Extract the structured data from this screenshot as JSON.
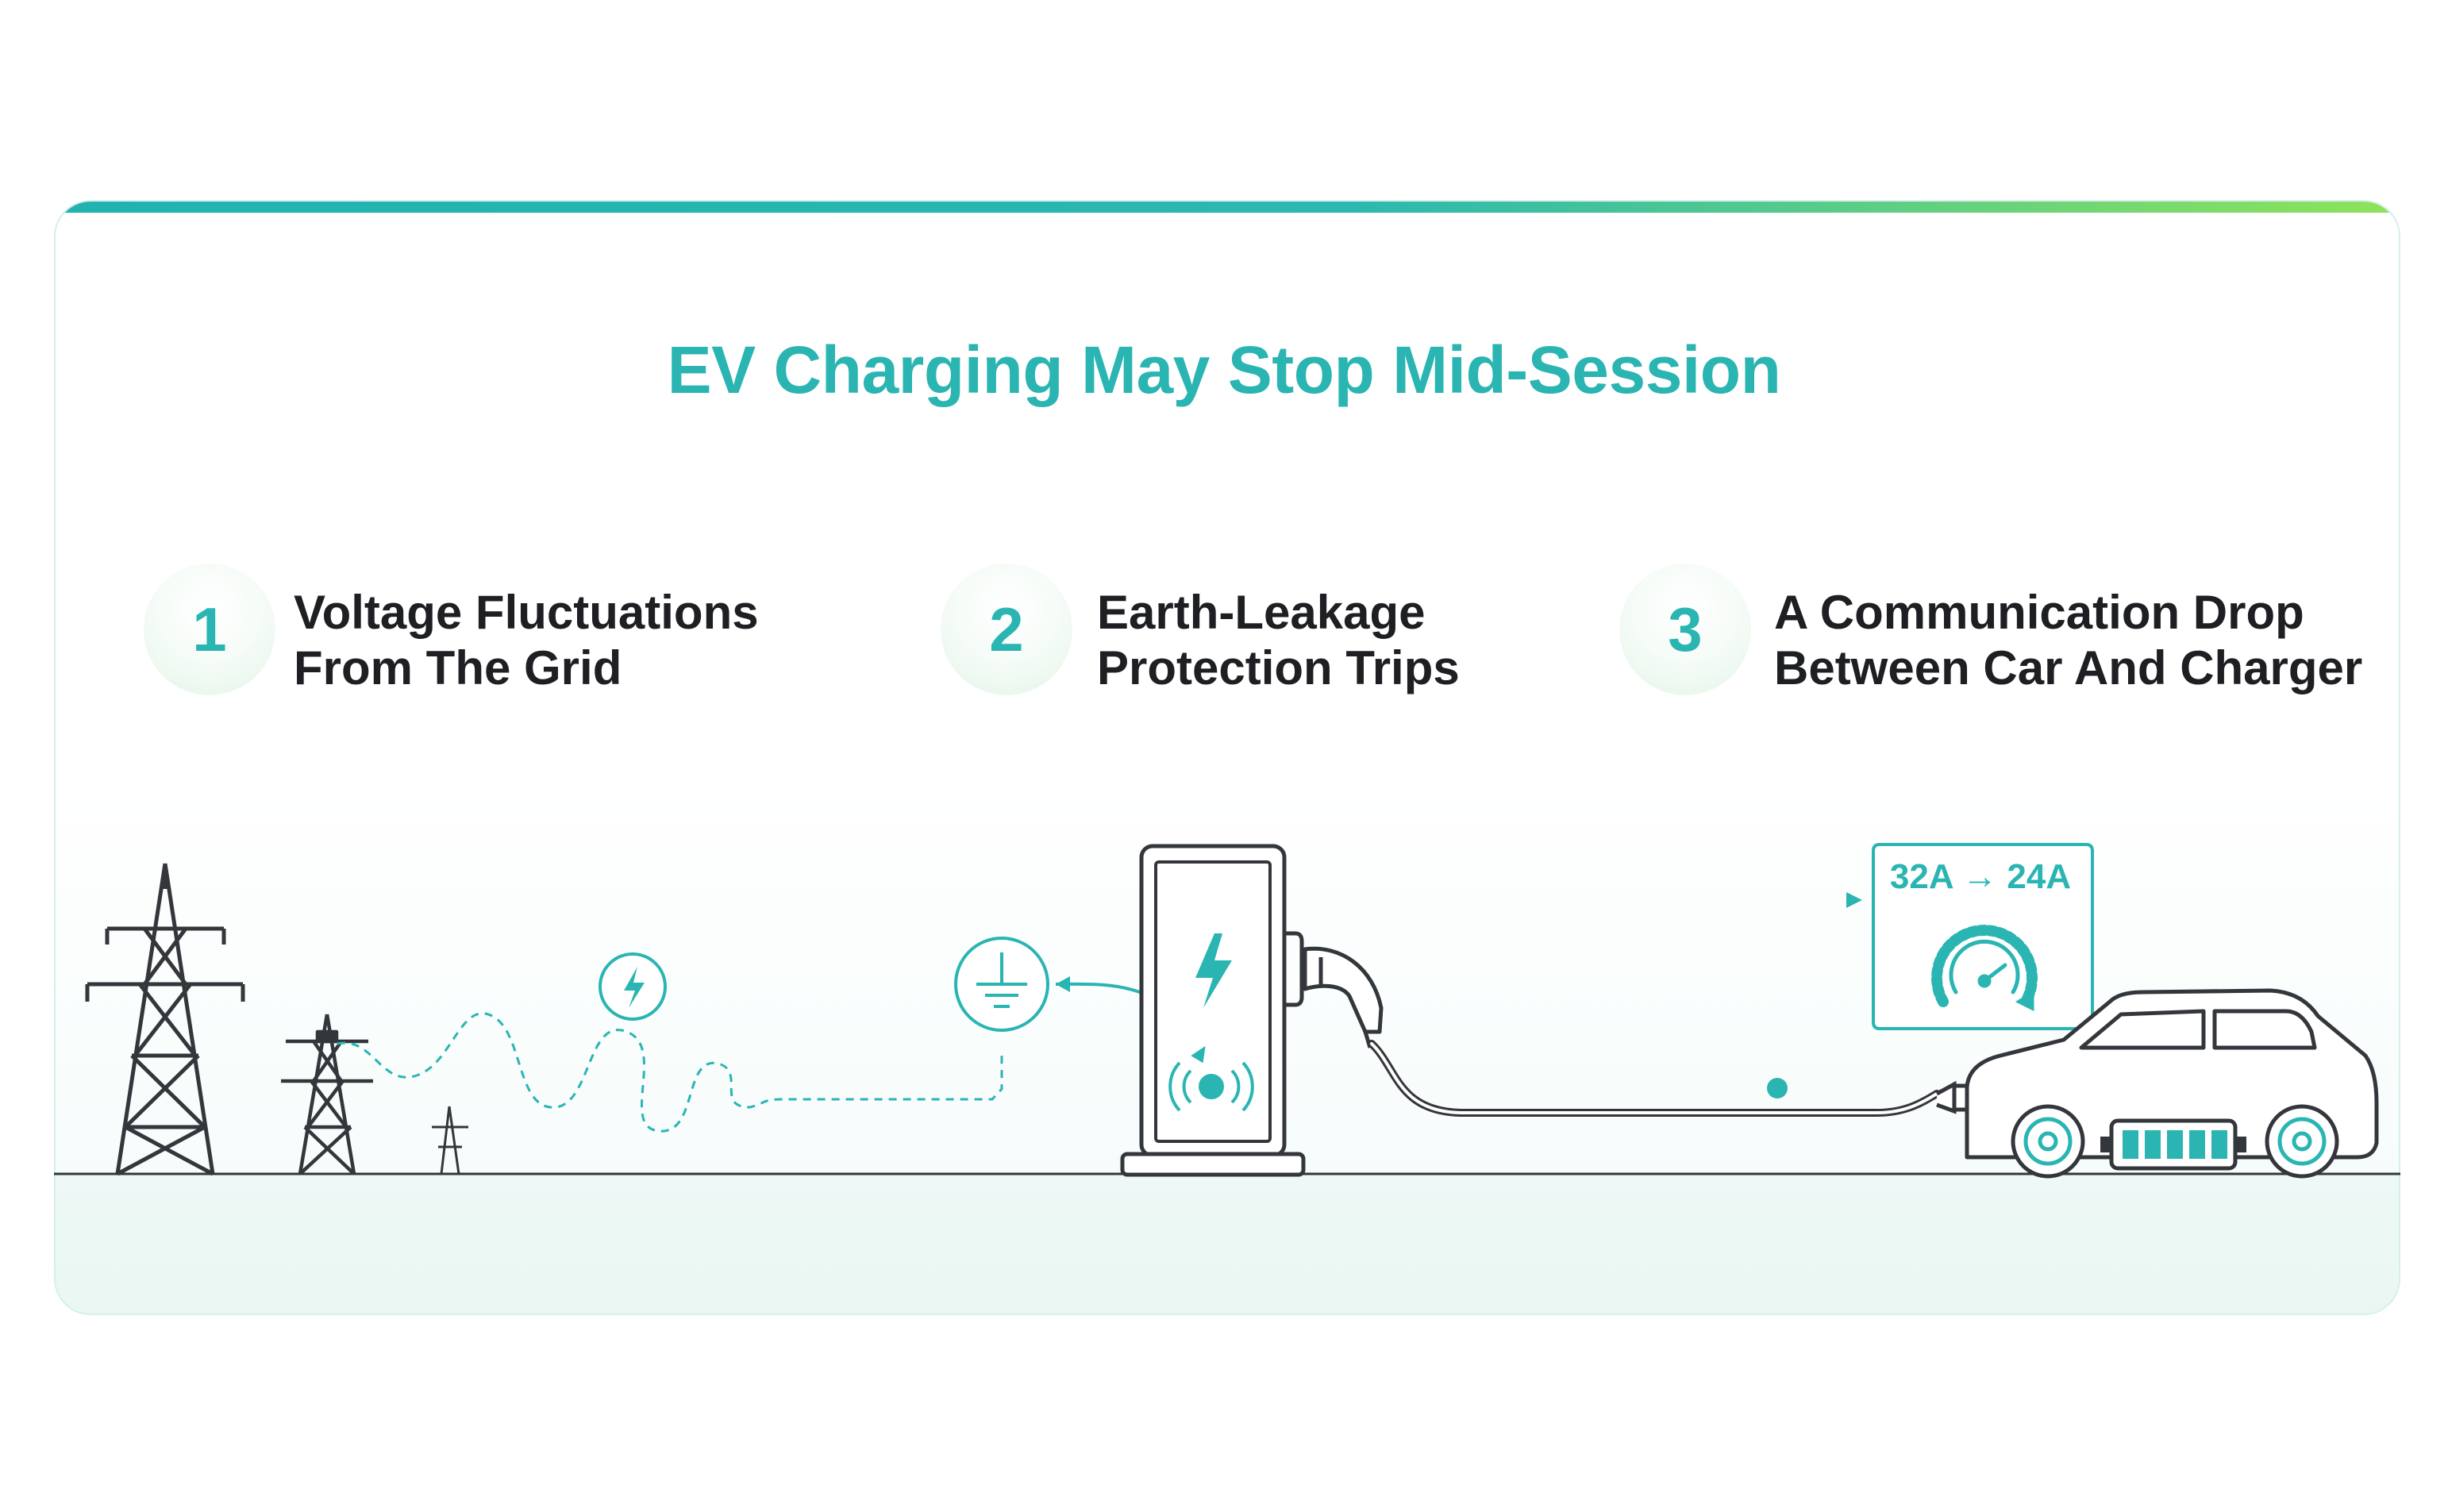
{
  "title": "EV Charging May Stop Mid-Session",
  "steps": [
    {
      "number": "1",
      "line1": "Voltage Fluctuations",
      "line2": "From The Grid"
    },
    {
      "number": "2",
      "line1": "Earth-Leakage",
      "line2": "Protection Trips"
    },
    {
      "number": "3",
      "line1": "A Communication Drop",
      "line2": "Between Car And Charger"
    }
  ],
  "current_badge": {
    "text": "32A → 24A"
  },
  "colors": {
    "accent": "#2ab5b2",
    "stroke": "#33363b",
    "gradient_end": "#8fe35a"
  },
  "icons": [
    "transmission-tower-icon",
    "lightning-icon",
    "earth-ground-icon",
    "charging-station-icon",
    "signal-icon",
    "ev-plug-icon",
    "speedometer-icon",
    "car-icon",
    "battery-icon"
  ]
}
